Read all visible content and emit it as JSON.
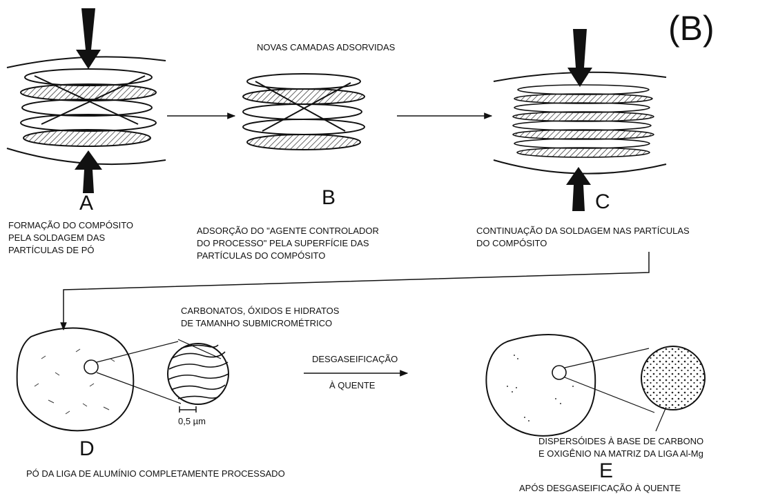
{
  "figure_label": "(B)",
  "stages": {
    "A": {
      "letter": "A",
      "caption": "FORMAÇÃO DO COMPÓSITO\nPELA SOLDAGEM DAS\nPARTÍCULAS DE PÓ"
    },
    "B": {
      "letter": "B",
      "top_note": "NOVAS CAMADAS ADSORVIDAS",
      "caption": "ADSORÇÃO DO \"AGENTE CONTROLADOR\nDO PROCESSO\" PELA SUPERFÍCIE DAS\nPARTÍCULAS DO COMPÓSITO"
    },
    "C": {
      "letter": "C",
      "caption": "CONTINUAÇÃO DA SOLDAGEM NAS PARTÍCULAS\nDO COMPÓSITO"
    },
    "D": {
      "letter": "D",
      "inclusion_note": "CARBONATOS, ÓXIDOS E HIDRATOS\nDE TAMANHO SUBMICROMÉTRICO",
      "scale_bar": "0,5 µm",
      "caption": "PÓ DA LIGA DE ALUMÍNIO COMPLETAMENTE PROCESSADO"
    },
    "E": {
      "letter": "E",
      "dispersoid_note": "DISPERSÓIDES  À BASE DE CARBONO\nE OXIGÊNIO NA MATRIZ DA LIGA Al-Mg",
      "caption": "APÓS DESGASEIFICAÇÃO À QUENTE"
    }
  },
  "process_arrow": {
    "above": "DESGASEIFICAÇÃO",
    "below": "À QUENTE"
  }
}
